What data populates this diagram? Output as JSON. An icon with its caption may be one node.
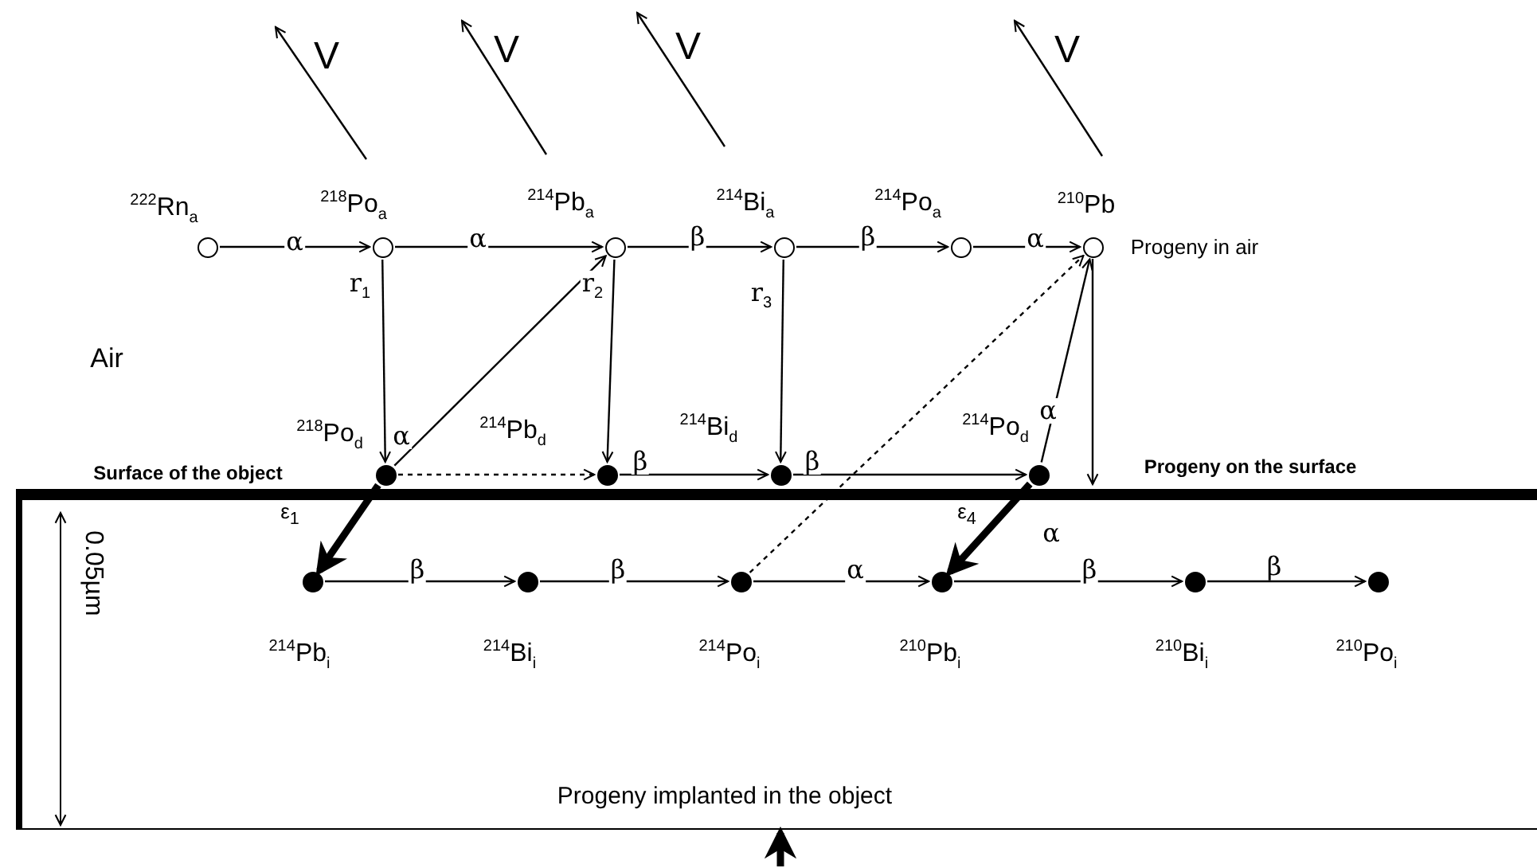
{
  "diagram": {
    "nodes": [
      {
        "text": [],
        "shape": "circle",
        "beside": [
          "$^{222}$Rn$_{a}$"
        ]
      },
      {
        "text": [],
        "shape": "circle",
        "beside": [
          "$^{218}$Po$_{a}$"
        ]
      },
      {
        "text": [],
        "shape": "circle",
        "beside": [
          "$^{214}$Pb$_{a}$"
        ]
      },
      {
        "text": [],
        "shape": "circle",
        "beside": [
          "$^{214}$Bi$_{a}$"
        ]
      },
      {
        "text": [],
        "shape": "circle",
        "beside": [
          "$^{214}$Po$_{a}$"
        ]
      },
      {
        "text": [],
        "shape": "circle",
        "beside": [
          "$^{210}$Pb"
        ]
      },
      {
        "text": [],
        "shape": "circle",
        "beside": [
          "$^{218}$Po$_{d}$"
        ]
      },
      {
        "text": [],
        "shape": "circle",
        "beside": [
          "$^{214}$Pb$_{d}$"
        ]
      },
      {
        "text": [],
        "shape": "circle",
        "beside": [
          "$^{214}$Bi$_{d}$"
        ]
      },
      {
        "text": [],
        "shape": "circle",
        "beside": [
          "$^{214}$Po$_{d}$"
        ]
      },
      {
        "text": [
          "Progeny implanted in the object"
        ]
      },
      {
        "text": [],
        "shape": "circle",
        "beside": [
          "$^{214}$Pb$_{i}$"
        ],
        "in": 10
      },
      {
        "text": [],
        "shape": "circle",
        "beside": [
          "$^{214}$Bi$_{i}$"
        ],
        "in": 10
      },
      {
        "text": [],
        "shape": "circle",
        "beside": [
          "$^{214}$Po$_{i}$"
        ],
        "in": 10
      },
      {
        "text": [],
        "shape": "circle",
        "beside": [
          "$^{210}$Pb$_{i}$"
        ],
        "in": 10
      },
      {
        "text": [],
        "shape": "circle",
        "beside": [
          "$^{210}$Bi$_{i}$"
        ],
        "in": 10
      },
      {
        "text": [],
        "shape": "circle",
        "beside": [
          "$^{210}$Po$_{i}$"
        ],
        "in": 10
      }
    ],
    "edges": [
      {
        "from": 0,
        "to": 1,
        "arrow": "to",
        "label": "α"
      },
      {
        "from": 1,
        "to": 2,
        "arrow": "to",
        "label": "α"
      },
      {
        "from": 2,
        "to": 3,
        "arrow": "to",
        "label": "β"
      },
      {
        "from": 3,
        "to": 4,
        "arrow": "to",
        "label": "β"
      },
      {
        "from": 4,
        "to": 5,
        "arrow": "to",
        "label": "α"
      },
      {
        "from": 1,
        "to": 6,
        "arrow": "to",
        "label": "r$_{1}$"
      },
      {
        "from": 2,
        "to": 7,
        "arrow": "to",
        "label": "r$_{2}$"
      },
      {
        "from": 3,
        "to": 8,
        "arrow": "to",
        "label": "r$_{3}$"
      },
      {
        "from": 5,
        "to": 10,
        "arrow": "to"
      },
      {
        "from": 6,
        "to": 2,
        "arrow": "to",
        "label": "α"
      },
      {
        "from": 6,
        "to": 7,
        "arrow": "to",
        "style": "dashed"
      },
      {
        "from": 7,
        "to": 8,
        "arrow": "to",
        "label": "β"
      },
      {
        "from": 8,
        "to": 9,
        "arrow": "to",
        "label": "β"
      },
      {
        "from": 9,
        "to": 5,
        "arrow": "to",
        "label": "α"
      },
      {
        "from": 6,
        "to": 11,
        "arrow": "to",
        "style": "thick"
      },
      {
        "from": 9,
        "to": 14,
        "arrow": "to",
        "style": "thick",
        "label": "α"
      },
      {
        "from": 11,
        "to": 12,
        "arrow": "to",
        "label": "β"
      },
      {
        "from": 12,
        "to": 13,
        "arrow": "to",
        "label": "β"
      },
      {
        "from": 13,
        "to": 14,
        "arrow": "to",
        "label": "α"
      },
      {
        "from": 14,
        "to": 15,
        "arrow": "to",
        "label": "β"
      },
      {
        "from": 15,
        "to": 16,
        "arrow": "to",
        "label": "β"
      },
      {
        "from": 13,
        "to": 5,
        "arrow": "to",
        "style": "dashed"
      },
      {
        "from": null,
        "to": 10,
        "arrow": "to",
        "style": "thick"
      }
    ],
    "labels": [
      "V",
      "V",
      "V",
      "V",
      "Progeny in air",
      "Air",
      "Surface of the object",
      "Progeny on the surface",
      "ε$_{1}$",
      "ε$_{4}$",
      "0.05µm"
    ]
  }
}
